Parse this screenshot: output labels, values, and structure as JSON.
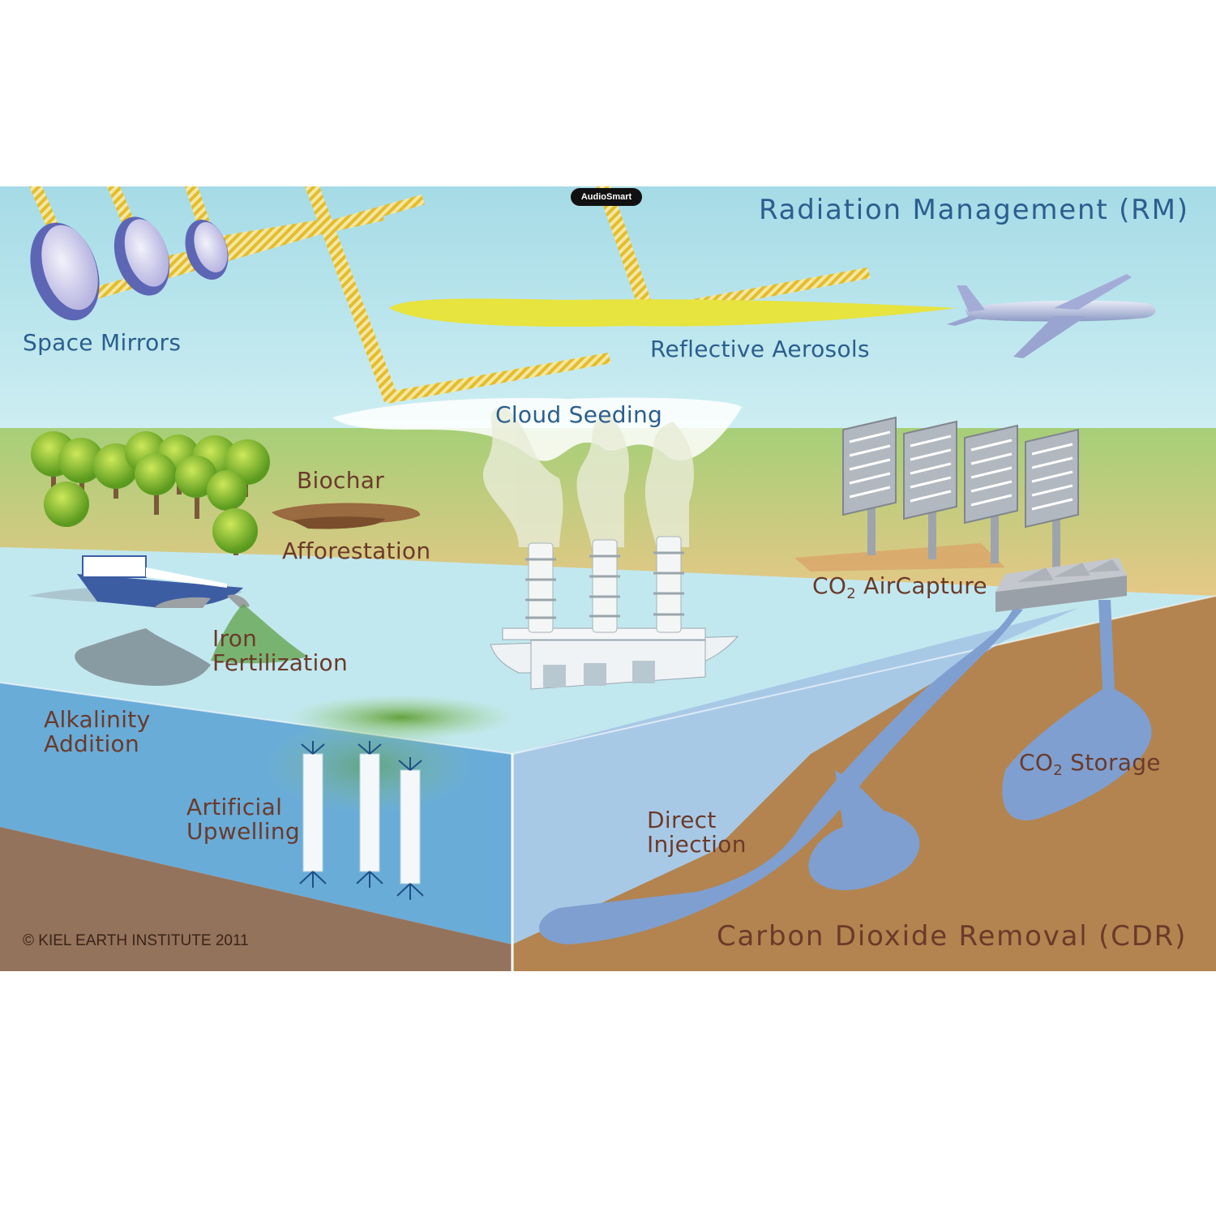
{
  "badge": "AudioSmart",
  "titles": {
    "rm": "Radiation Management (RM)",
    "cdr": "Carbon Dioxide Removal (CDR)"
  },
  "labels": {
    "space_mirrors": "Space Mirrors",
    "reflective_aerosols": "Reflective Aerosols",
    "cloud_seeding": "Cloud Seeding",
    "biochar": "Biochar",
    "afforestation": "Afforestation",
    "co2_aircapture": {
      "pre": "CO",
      "sub": "2",
      "post": " AirCapture"
    },
    "iron_fertilization": [
      "Iron",
      "Fertilization"
    ],
    "alkalinity_addition": [
      "Alkalinity",
      "Addition"
    ],
    "artificial_upwelling": [
      "Artificial",
      "Upwelling"
    ],
    "direct_injection": [
      "Direct",
      "Injection"
    ],
    "co2_storage": {
      "pre": "CO",
      "sub": "2",
      "post": " Storage"
    }
  },
  "copyright": "© KIEL EARTH INSTITUTE 2011",
  "colors": {
    "sky": "#a9dde6",
    "land_green": "#a8cf7c",
    "sand": "#e6c48a",
    "ocean_surface": "#bfe6ee",
    "ocean_front": "#68acd8",
    "seabed": "#93735c",
    "earth": "#b3844f",
    "co2_blue": "#7f9fd0",
    "sun_ray": "#e8c63a",
    "label_blue": "#2b5e8e",
    "label_brown": "#6b3a2a"
  }
}
